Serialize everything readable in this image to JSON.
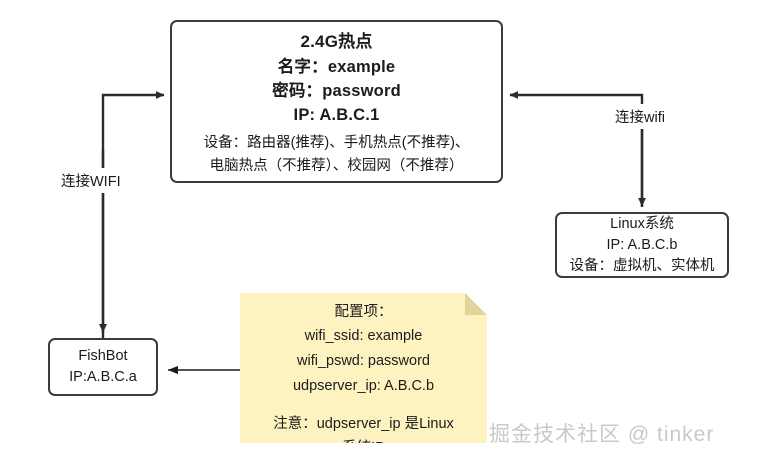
{
  "diagram": {
    "nodes": {
      "hotspot": {
        "title": "2.4G热点",
        "name_line": "名字：example",
        "password_line": "密码：password",
        "ip_line": "IP: A.B.C.1",
        "devices_line1": "设备：路由器(推荐)、手机热点(不推荐)、",
        "devices_line2": "电脑热点（不推荐）、校园网（不推荐）"
      },
      "linux": {
        "title": "Linux系统",
        "ip_line": "IP: A.B.C.b",
        "devices_line": "设备：虚拟机、实体机"
      },
      "fishbot": {
        "title": "FishBot",
        "ip_line": "IP:A.B.C.a"
      }
    },
    "note": {
      "heading": "配置项：",
      "item_ssid": "wifi_ssid: example",
      "item_pswd": "wifi_pswd: password",
      "item_udp": "udpserver_ip: A.B.C.b",
      "warning_line1": "注意：udpserver_ip 是Linux",
      "warning_line2": "系统IP"
    },
    "edges": {
      "label_left": "连接WIFI",
      "label_right": "连接wifi"
    },
    "watermark": "掘金技术社区 @ tinker",
    "colors": {
      "stroke": "#3b3b3b",
      "note_fill": "#fcf3c0",
      "note_fold": "#e2d49a",
      "watermark": "#c9c9c9",
      "background": "#ffffff"
    }
  }
}
